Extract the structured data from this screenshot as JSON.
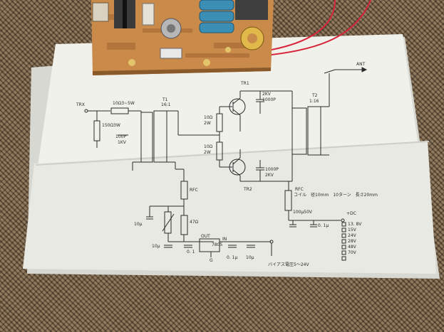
{
  "labels": {
    "trx": "TRX",
    "ant": "ANT",
    "r_in": "10Ω3~5W",
    "r_shunt": "150Ω3W",
    "c_in": "100P",
    "c_in_v": "1KV",
    "t1": "T1",
    "t1_ratio": "16:1",
    "tr1": "TR1",
    "tr2": "TR2",
    "c_top": "2KV",
    "c_top_val": "1000P",
    "t2": "T2",
    "t2_ratio": "1:16",
    "r1": "10Ω",
    "r1_w": "2W",
    "r2": "10Ω",
    "r2_w": "2W",
    "c_bot": "1000P",
    "c_bot_v": "2KV",
    "rfc1": "RFC",
    "rfc2": "RFC",
    "coil_note": "コイル　径10mm　10ターン　長さ20mm",
    "c_dc": "100μ50V",
    "plus_dc": "+DC",
    "c_01a": "0. 1μ",
    "c10_a": "10μ",
    "r47": "47Ω",
    "c10_b": "10μ",
    "c_01b": "0. 1",
    "reg_out": "OUT",
    "reg_in": "IN",
    "reg_part": "7805",
    "reg_g": "G",
    "c_01c": "0. 1μ",
    "c10_c": "10μ",
    "bias_note": "バイアス電圧5～24V",
    "voltages": [
      "13. 8V",
      "15V",
      "24V",
      "28V",
      "48V",
      "70V",
      ""
    ]
  },
  "colors": {
    "paper": "#f1f1ec",
    "paper_shadow": "#c9c9c2",
    "ink": "#2a2a2a",
    "pcb": "#c98a4a",
    "toroid_blue": "#3b8fb5",
    "wire_red": "#d8243a"
  }
}
